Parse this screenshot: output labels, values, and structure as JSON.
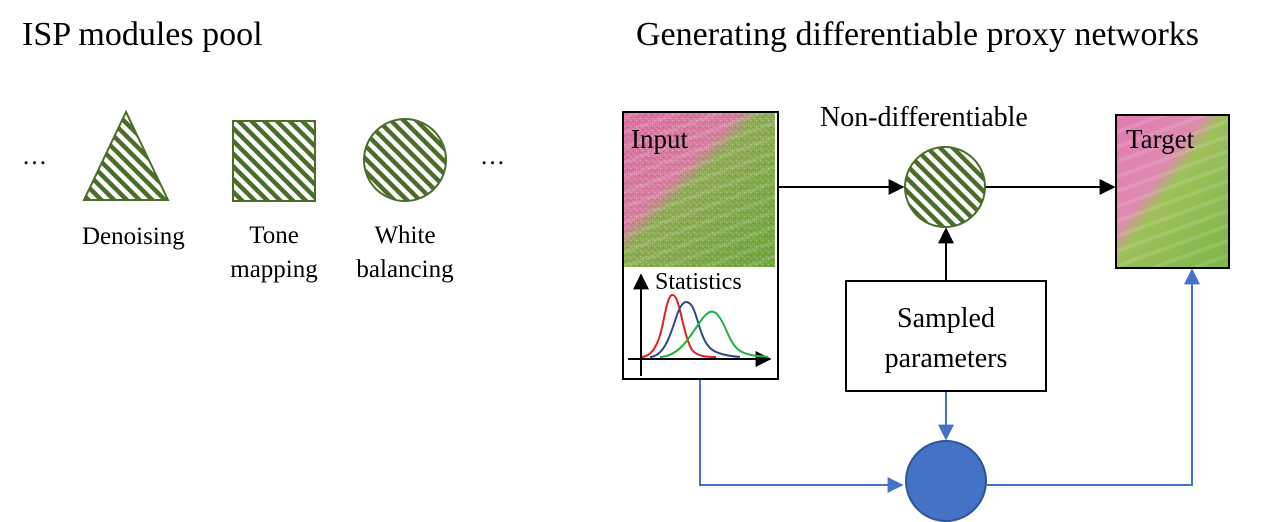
{
  "left_title": "ISP modules pool",
  "right_title": "Generating differentiable proxy networks",
  "modules": [
    {
      "label": "Denoising",
      "shape": "triangle-icon"
    },
    {
      "label": "Tone\nmapping",
      "shape": "square-icon"
    },
    {
      "label": "White\nbalancing",
      "shape": "circle-icon"
    }
  ],
  "ellipsis": "…",
  "input_label": "Input",
  "target_label": "Target",
  "statistics_label": "Statistics",
  "non_diff_label": "Non-differentiable",
  "sampled_params_line1": "Sampled",
  "sampled_params_line2": "parameters",
  "colors": {
    "hatch_green": "#4a6e2a",
    "proxy_blue": "#4472c4",
    "arrow_blue": "#4472c4",
    "pink": "#e06aa0",
    "green_img": "#6aa838"
  }
}
